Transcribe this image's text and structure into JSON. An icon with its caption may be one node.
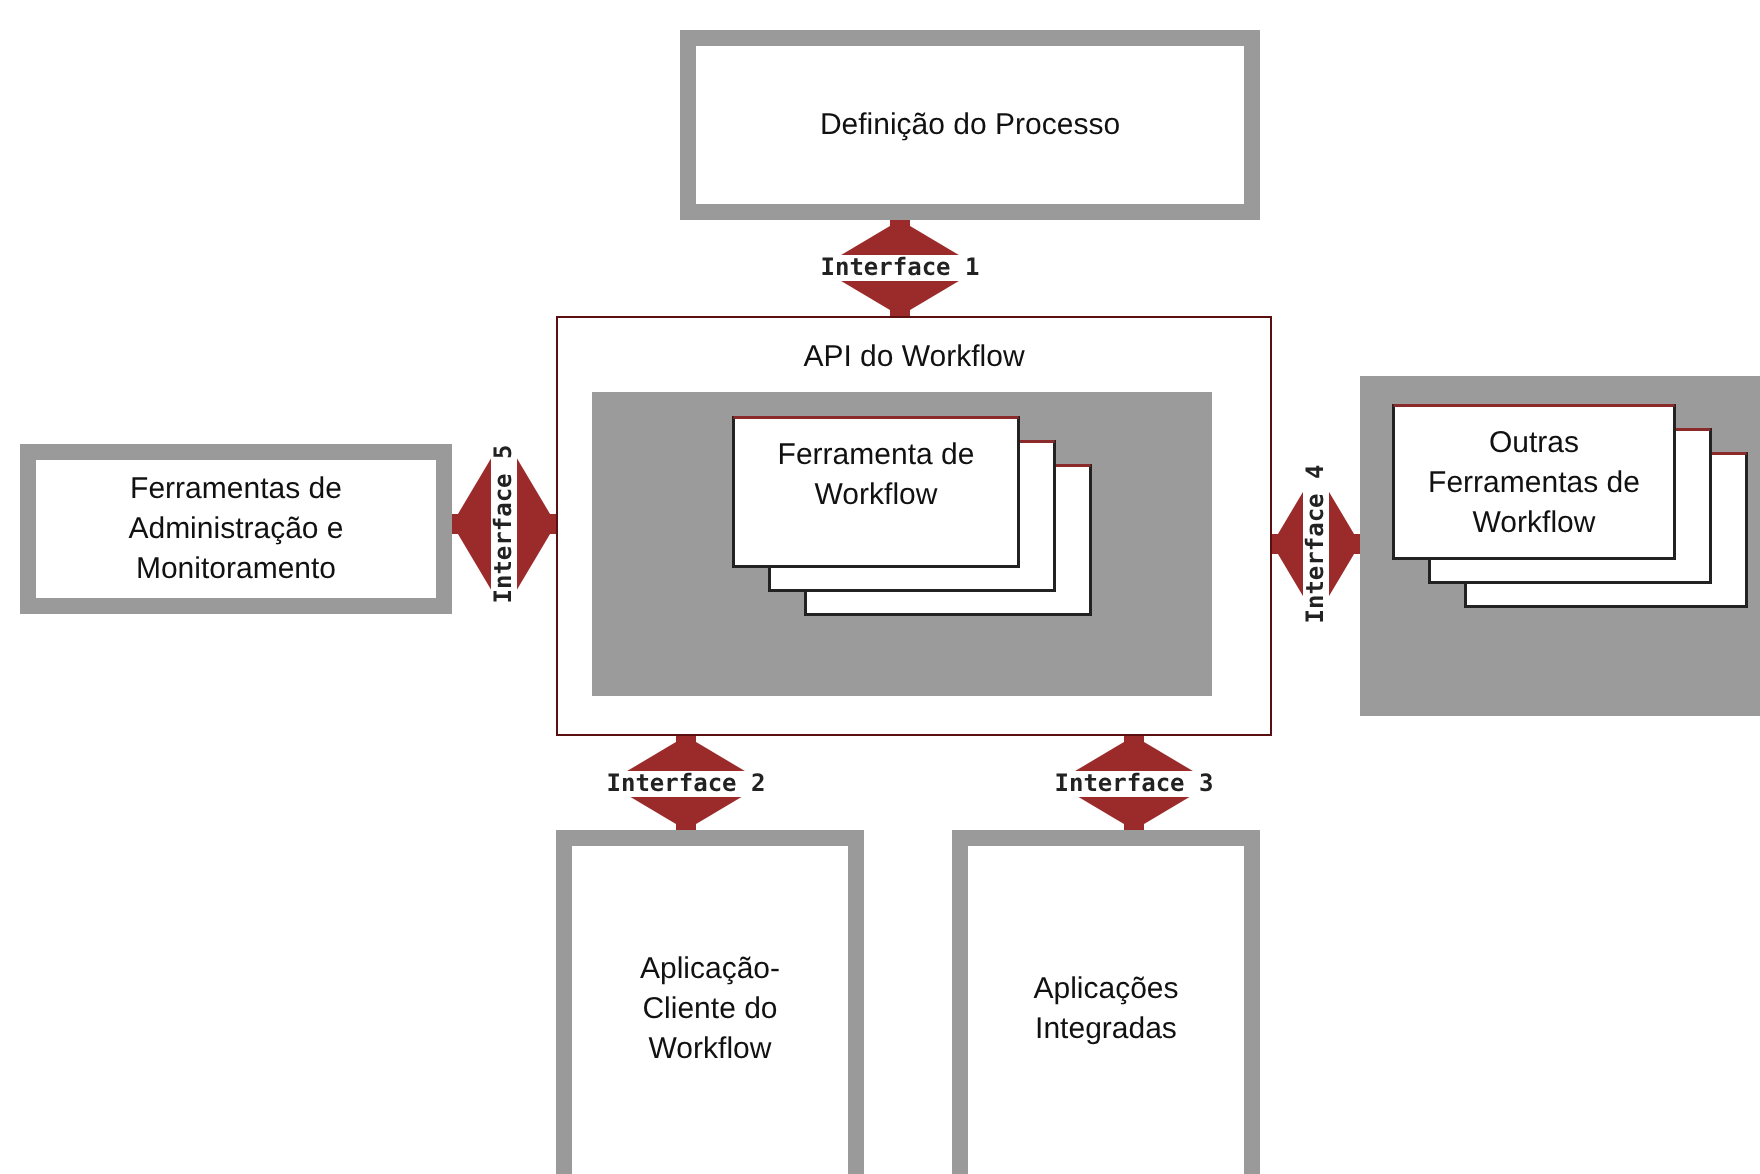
{
  "diagram": {
    "nodes": [
      {
        "text": [
          "Definição do Processo"
        ]
      },
      {
        "text": [
          "API do Workflow"
        ]
      },
      {
        "text": [],
        "shape": "box",
        "in": 1
      },
      {
        "text": [
          "Ferramenta de Workflow"
        ],
        "in": 2
      },
      {
        "text": [
          "Ferramentas de Administração e Monitoramento"
        ]
      },
      {
        "text": [],
        "shape": "box"
      },
      {
        "text": [
          "Outras Ferramentas de Workflow"
        ],
        "in": 5
      },
      {
        "text": [
          "Aplicação-Cliente do Workflow"
        ]
      },
      {
        "text": [
          "Aplicações Integradas"
        ]
      }
    ],
    "edges": [
      {
        "from": 0,
        "to": 1,
        "arrow": "both",
        "label": "Interface 1"
      },
      {
        "from": 4,
        "to": 1,
        "arrow": "both",
        "label": "Interface 5"
      },
      {
        "from": 1,
        "to": 5,
        "arrow": "both",
        "label": "Interface 4"
      },
      {
        "from": 1,
        "to": 7,
        "arrow": "both",
        "label": "Interface 2"
      },
      {
        "from": 1,
        "to": 8,
        "arrow": "both",
        "label": "Interface 3"
      }
    ]
  }
}
